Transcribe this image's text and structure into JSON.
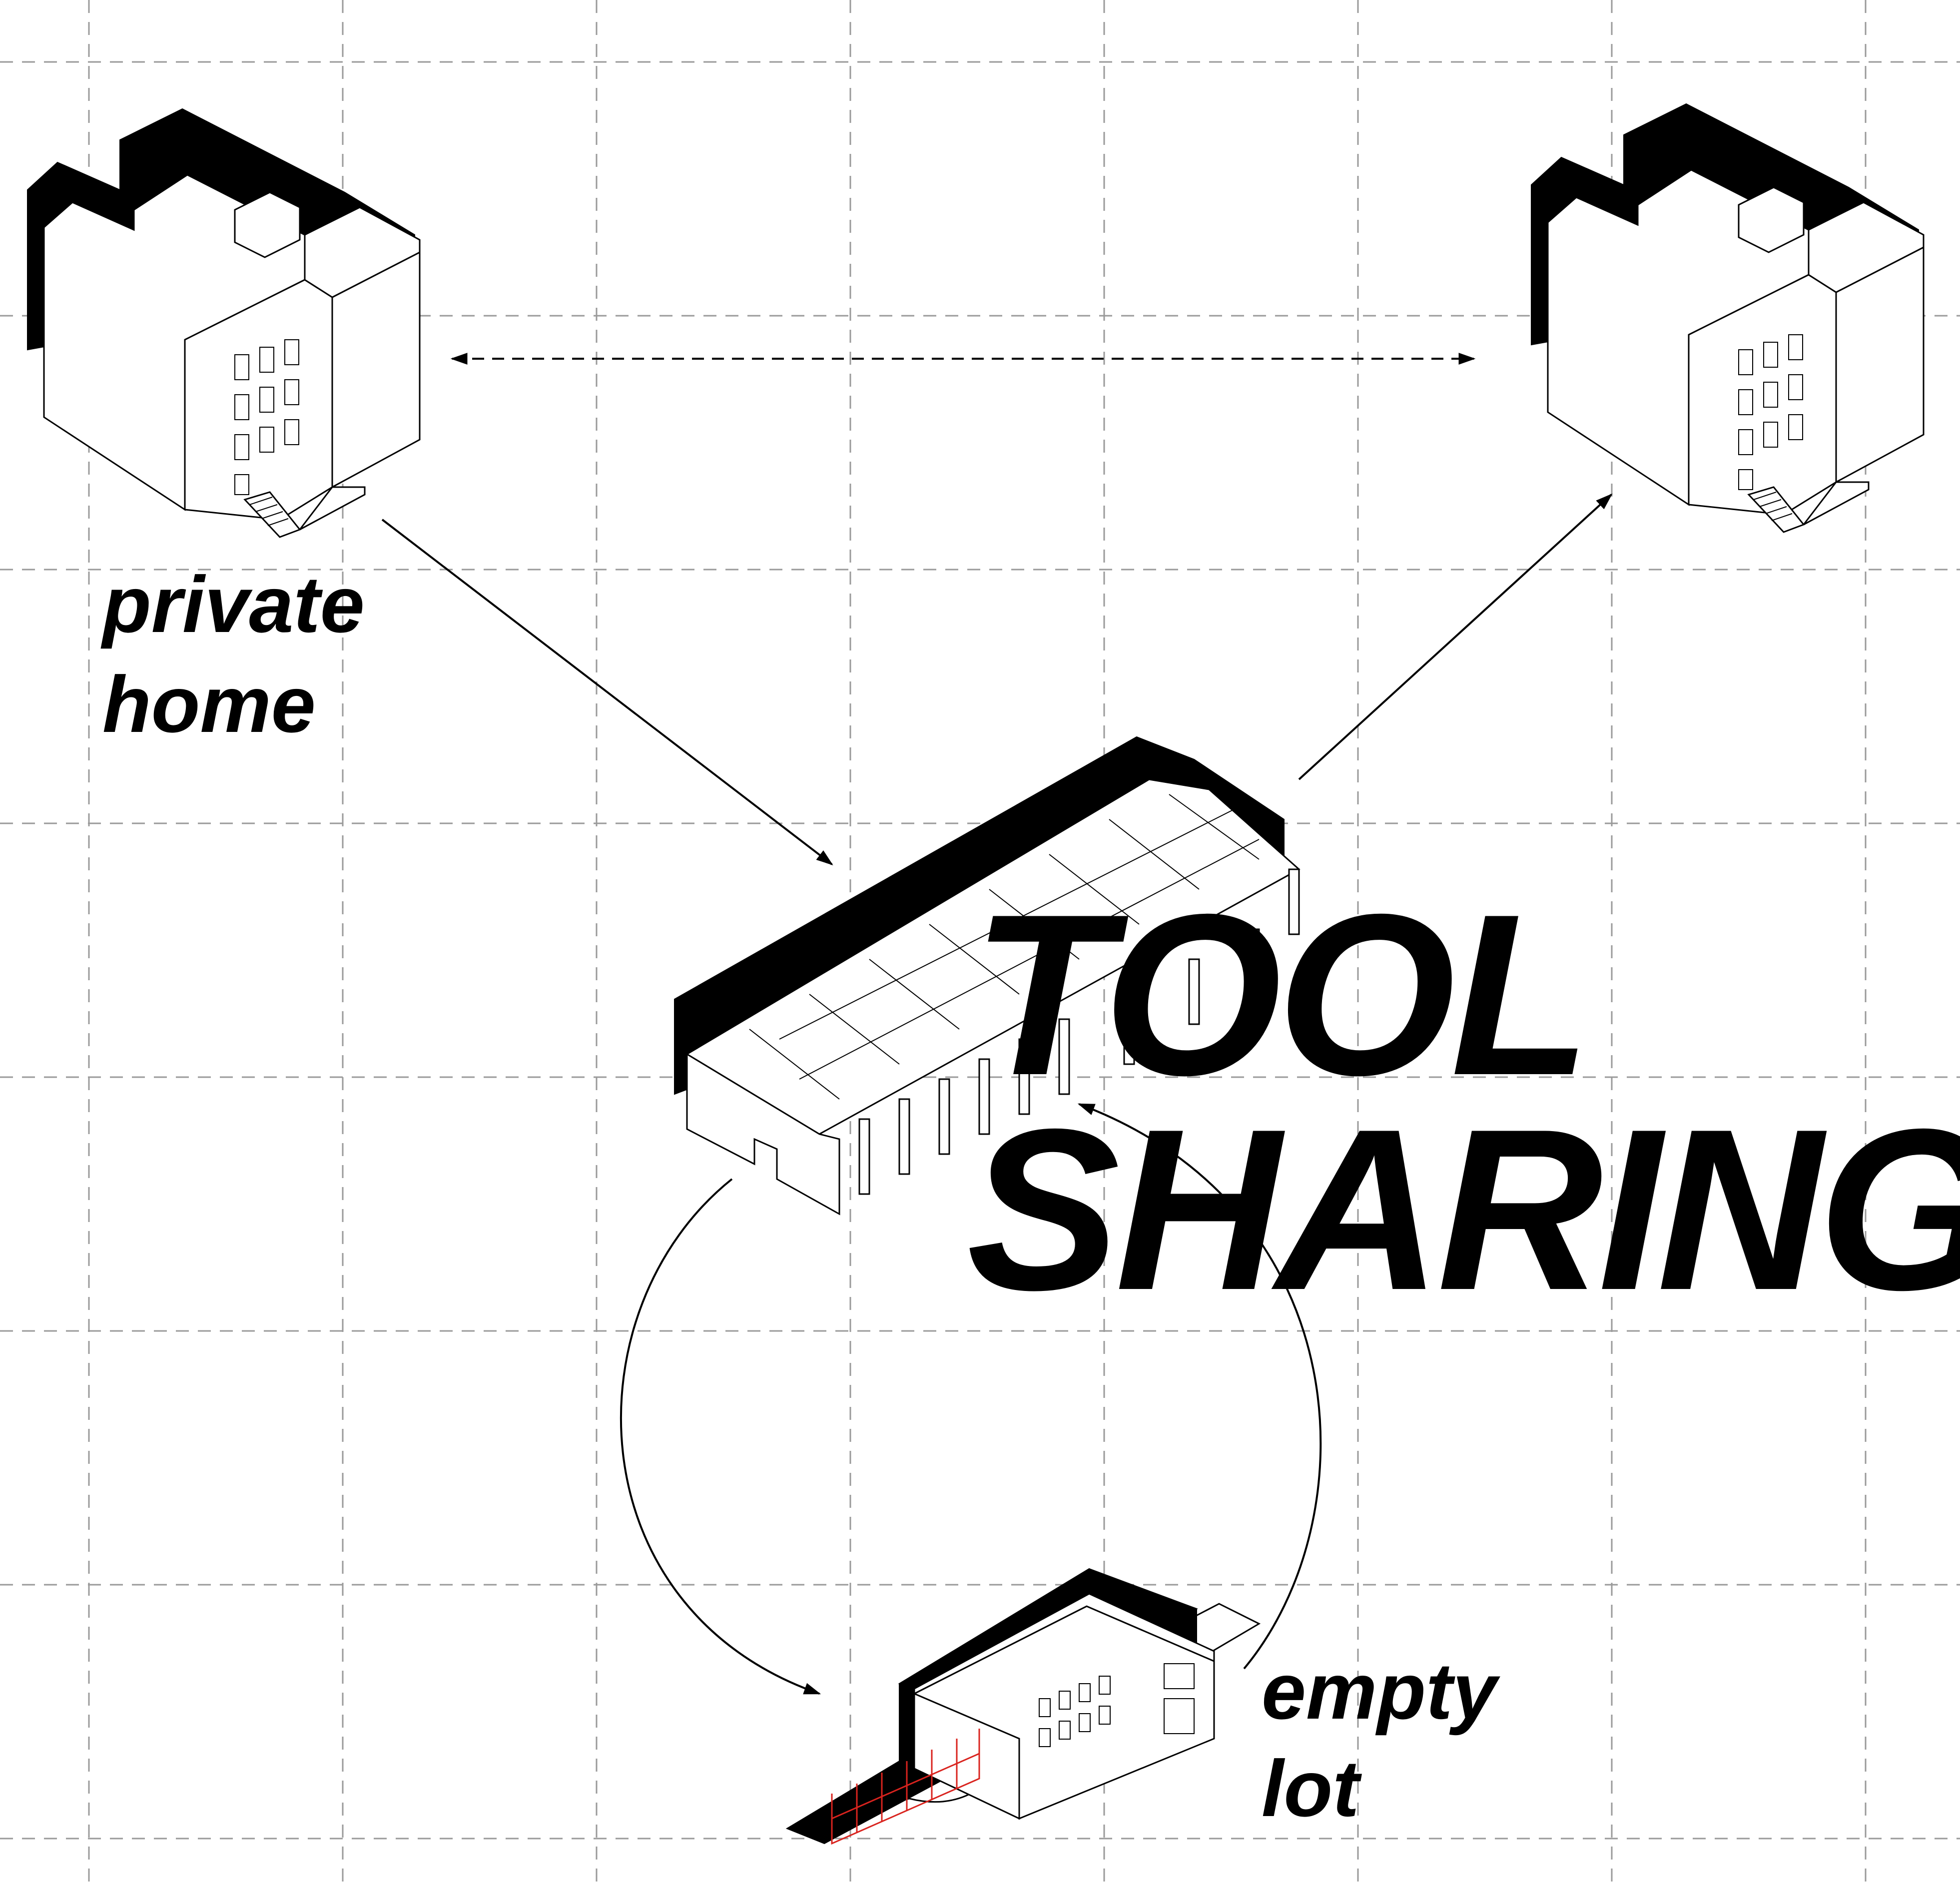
{
  "diagram": {
    "title_line1": "TOOL",
    "title_line2": "SHARING",
    "nodes": [
      {
        "id": "private-home",
        "label_line1": "private",
        "label_line2": "home"
      },
      {
        "id": "neighbor-home",
        "label_line1": "",
        "label_line2": ""
      },
      {
        "id": "tool-shed",
        "label_line1": "",
        "label_line2": ""
      },
      {
        "id": "empty-lot",
        "label_line1": "empty",
        "label_line2": "lot"
      }
    ],
    "edges": [
      {
        "from": "private-home",
        "to": "neighbor-home",
        "style": "dashed",
        "direction": "both"
      },
      {
        "from": "private-home",
        "to": "tool-shed",
        "style": "solid",
        "direction": "forward"
      },
      {
        "from": "tool-shed",
        "to": "neighbor-home",
        "style": "solid",
        "direction": "forward"
      },
      {
        "from": "tool-shed",
        "to": "empty-lot",
        "style": "solid",
        "direction": "forward"
      },
      {
        "from": "empty-lot",
        "to": "tool-shed",
        "style": "solid",
        "direction": "forward"
      }
    ],
    "colors": {
      "ink": "#000000",
      "grid": "#9a9a9a",
      "fence": "#d9231e",
      "paper": "#ffffff"
    }
  }
}
